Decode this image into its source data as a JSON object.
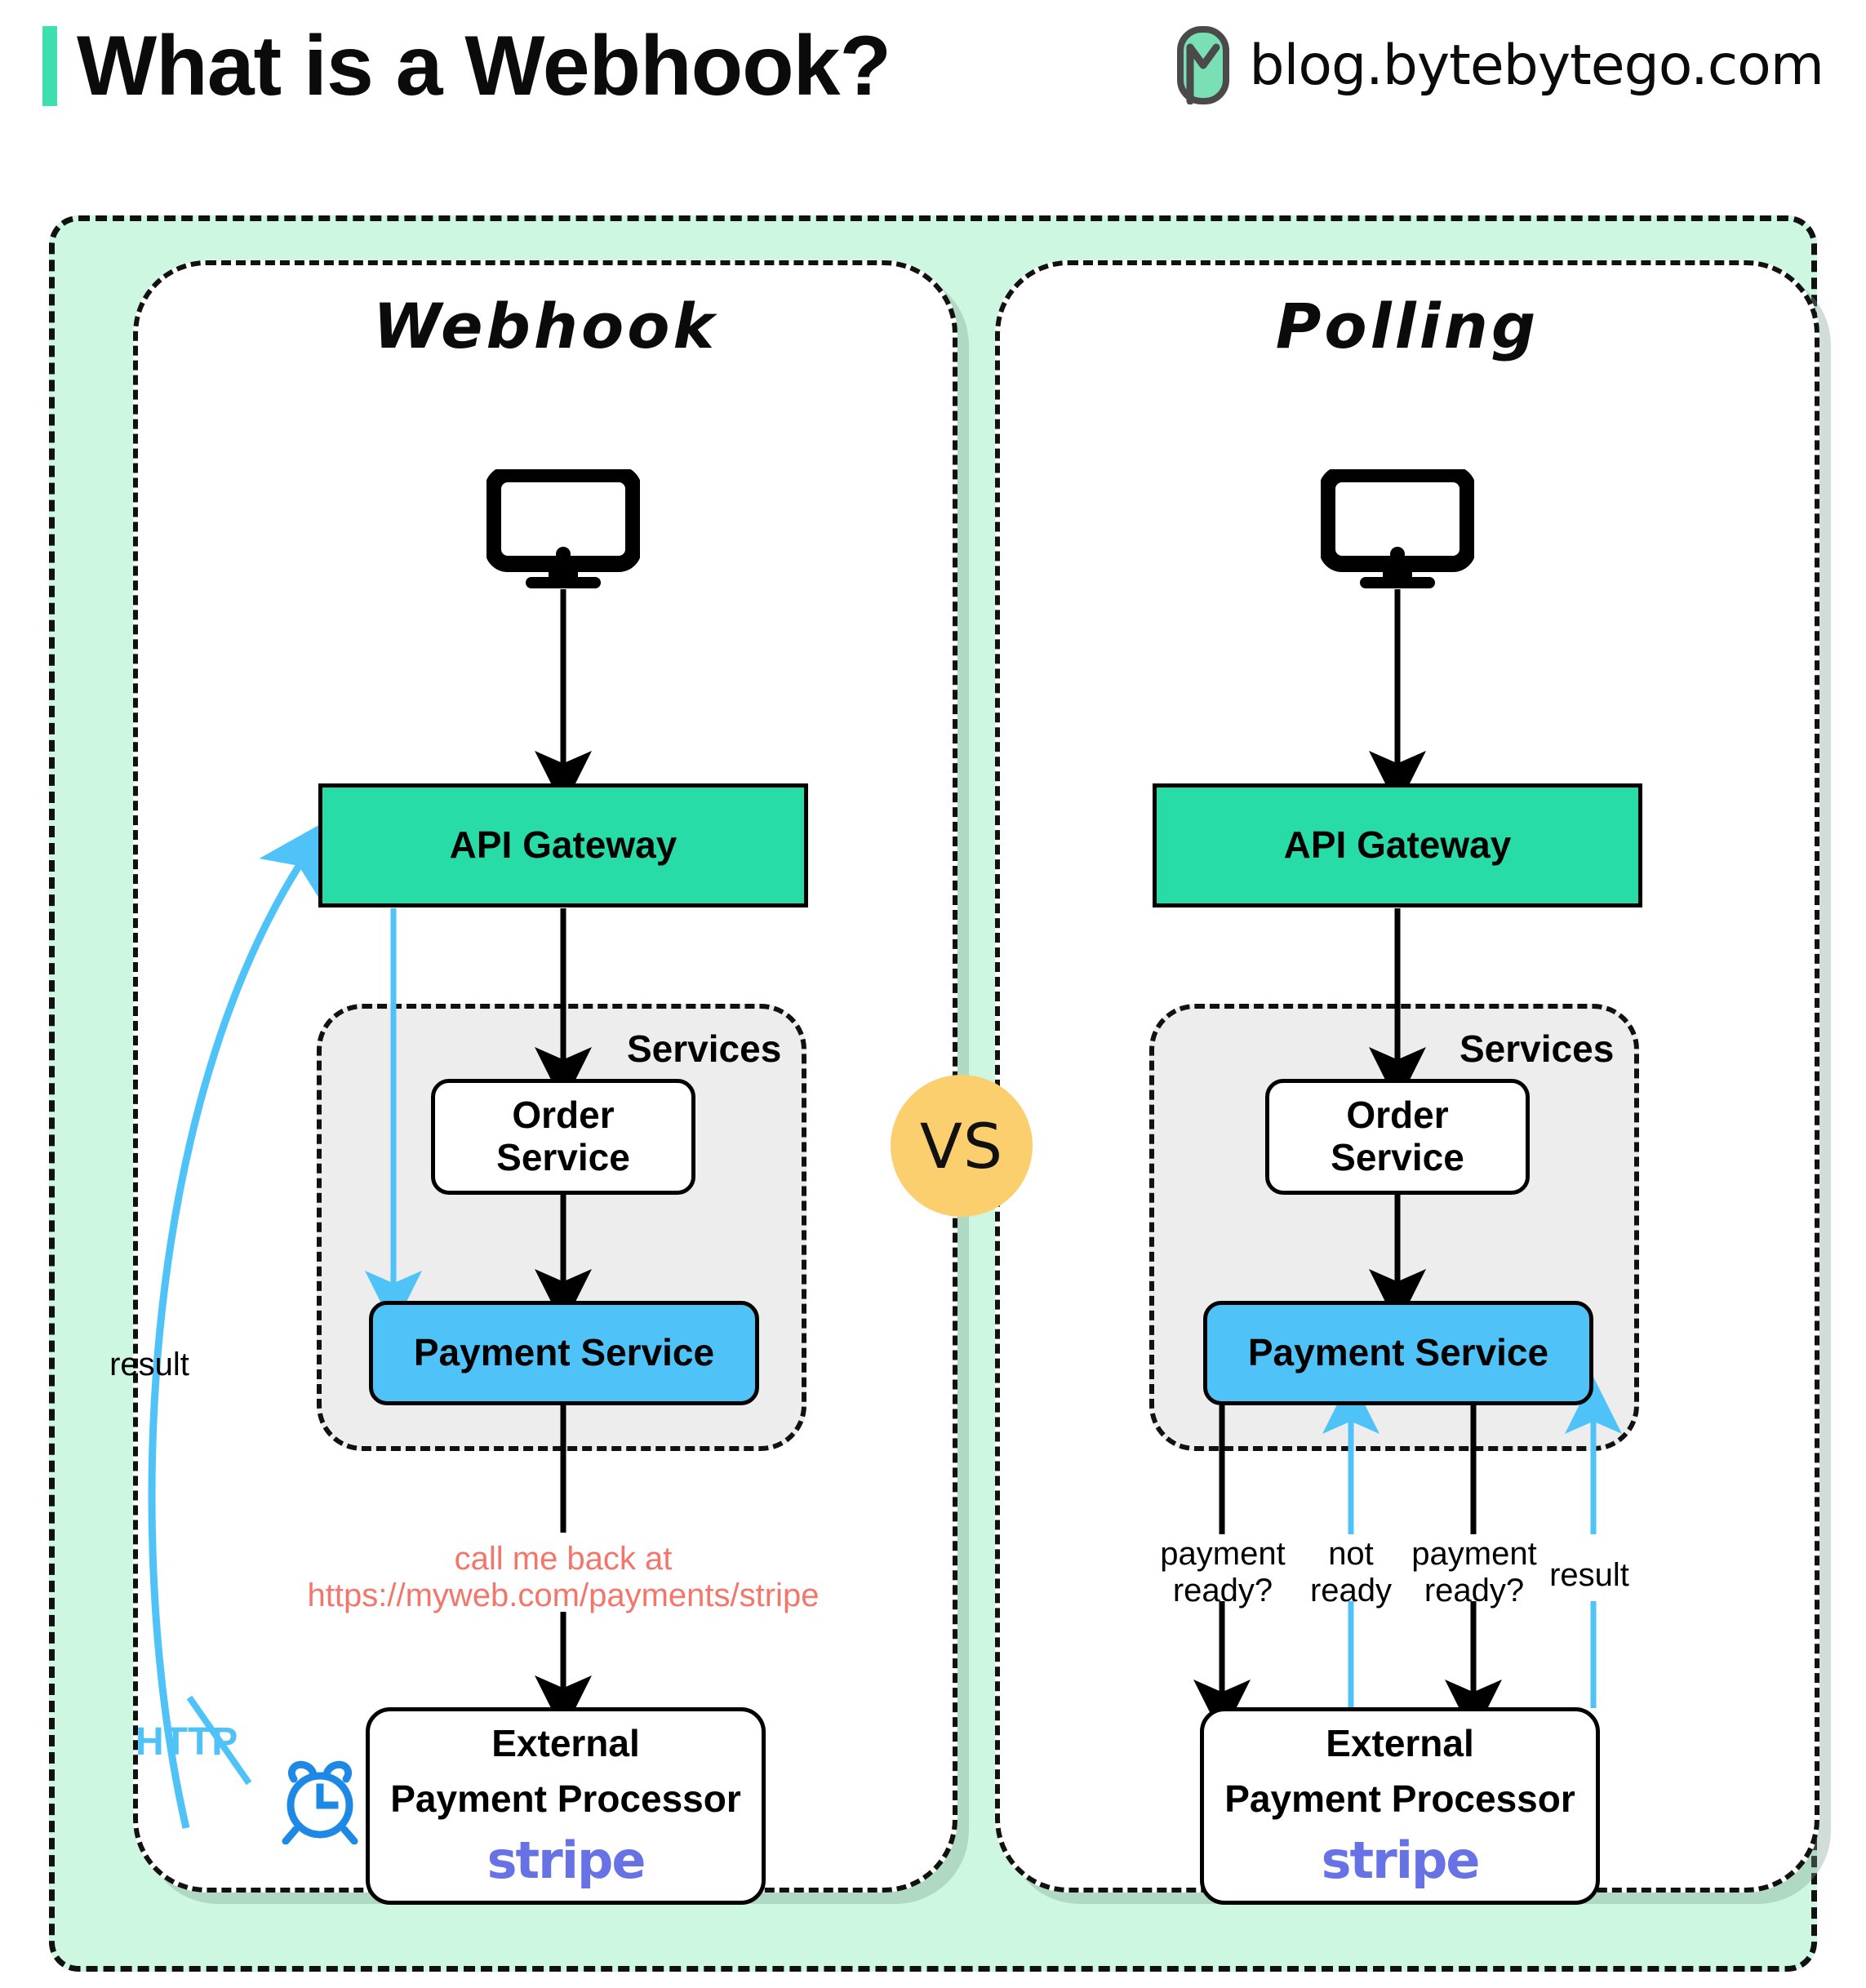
{
  "header": {
    "title": "What is a Webhook?",
    "brand_text": "blog.bytebytego.com",
    "accent_color": "#3EE0B0"
  },
  "comparison": {
    "vs_label": "VS",
    "vs_color": "#FBCF6D"
  },
  "panels": [
    {
      "id": "webhook",
      "title": "Webhook",
      "nodes": {
        "client_icon": "desktop-monitor-icon",
        "gateway": "API Gateway",
        "services_label": "Services",
        "order_service": "Order\nService",
        "order_service_line1": "Order",
        "order_service_line2": "Service",
        "payment_service": "Payment Service",
        "processor_line1": "External",
        "processor_line2": "Payment Processor",
        "processor_logo": "stripe"
      },
      "annotations": {
        "callback_line1": "call me back at",
        "callback_line2": "https://myweb.com/payments/stripe",
        "result": "result",
        "http": "HTTP",
        "clock_icon": "alarm-clock-icon"
      }
    },
    {
      "id": "polling",
      "title": "Polling",
      "nodes": {
        "client_icon": "desktop-monitor-icon",
        "gateway": "API Gateway",
        "services_label": "Services",
        "order_service_line1": "Order",
        "order_service_line2": "Service",
        "payment_service": "Payment Service",
        "processor_line1": "External",
        "processor_line2": "Payment Processor",
        "processor_logo": "stripe"
      },
      "annotations": {
        "poll1_line1": "payment",
        "poll1_line2": "ready?",
        "poll2_line1": "not",
        "poll2_line2": "ready",
        "poll3_line1": "payment",
        "poll3_line2": "ready?",
        "poll4": "result"
      }
    }
  ],
  "colors": {
    "mint_background": "#CDF7E0",
    "gateway_green": "#28DCA8",
    "payment_blue": "#4FC3F7",
    "services_gray": "#EDEDED",
    "callback_red": "#F4766B",
    "stripe_purple": "#6772E5",
    "clock_blue": "#1E88E5"
  }
}
